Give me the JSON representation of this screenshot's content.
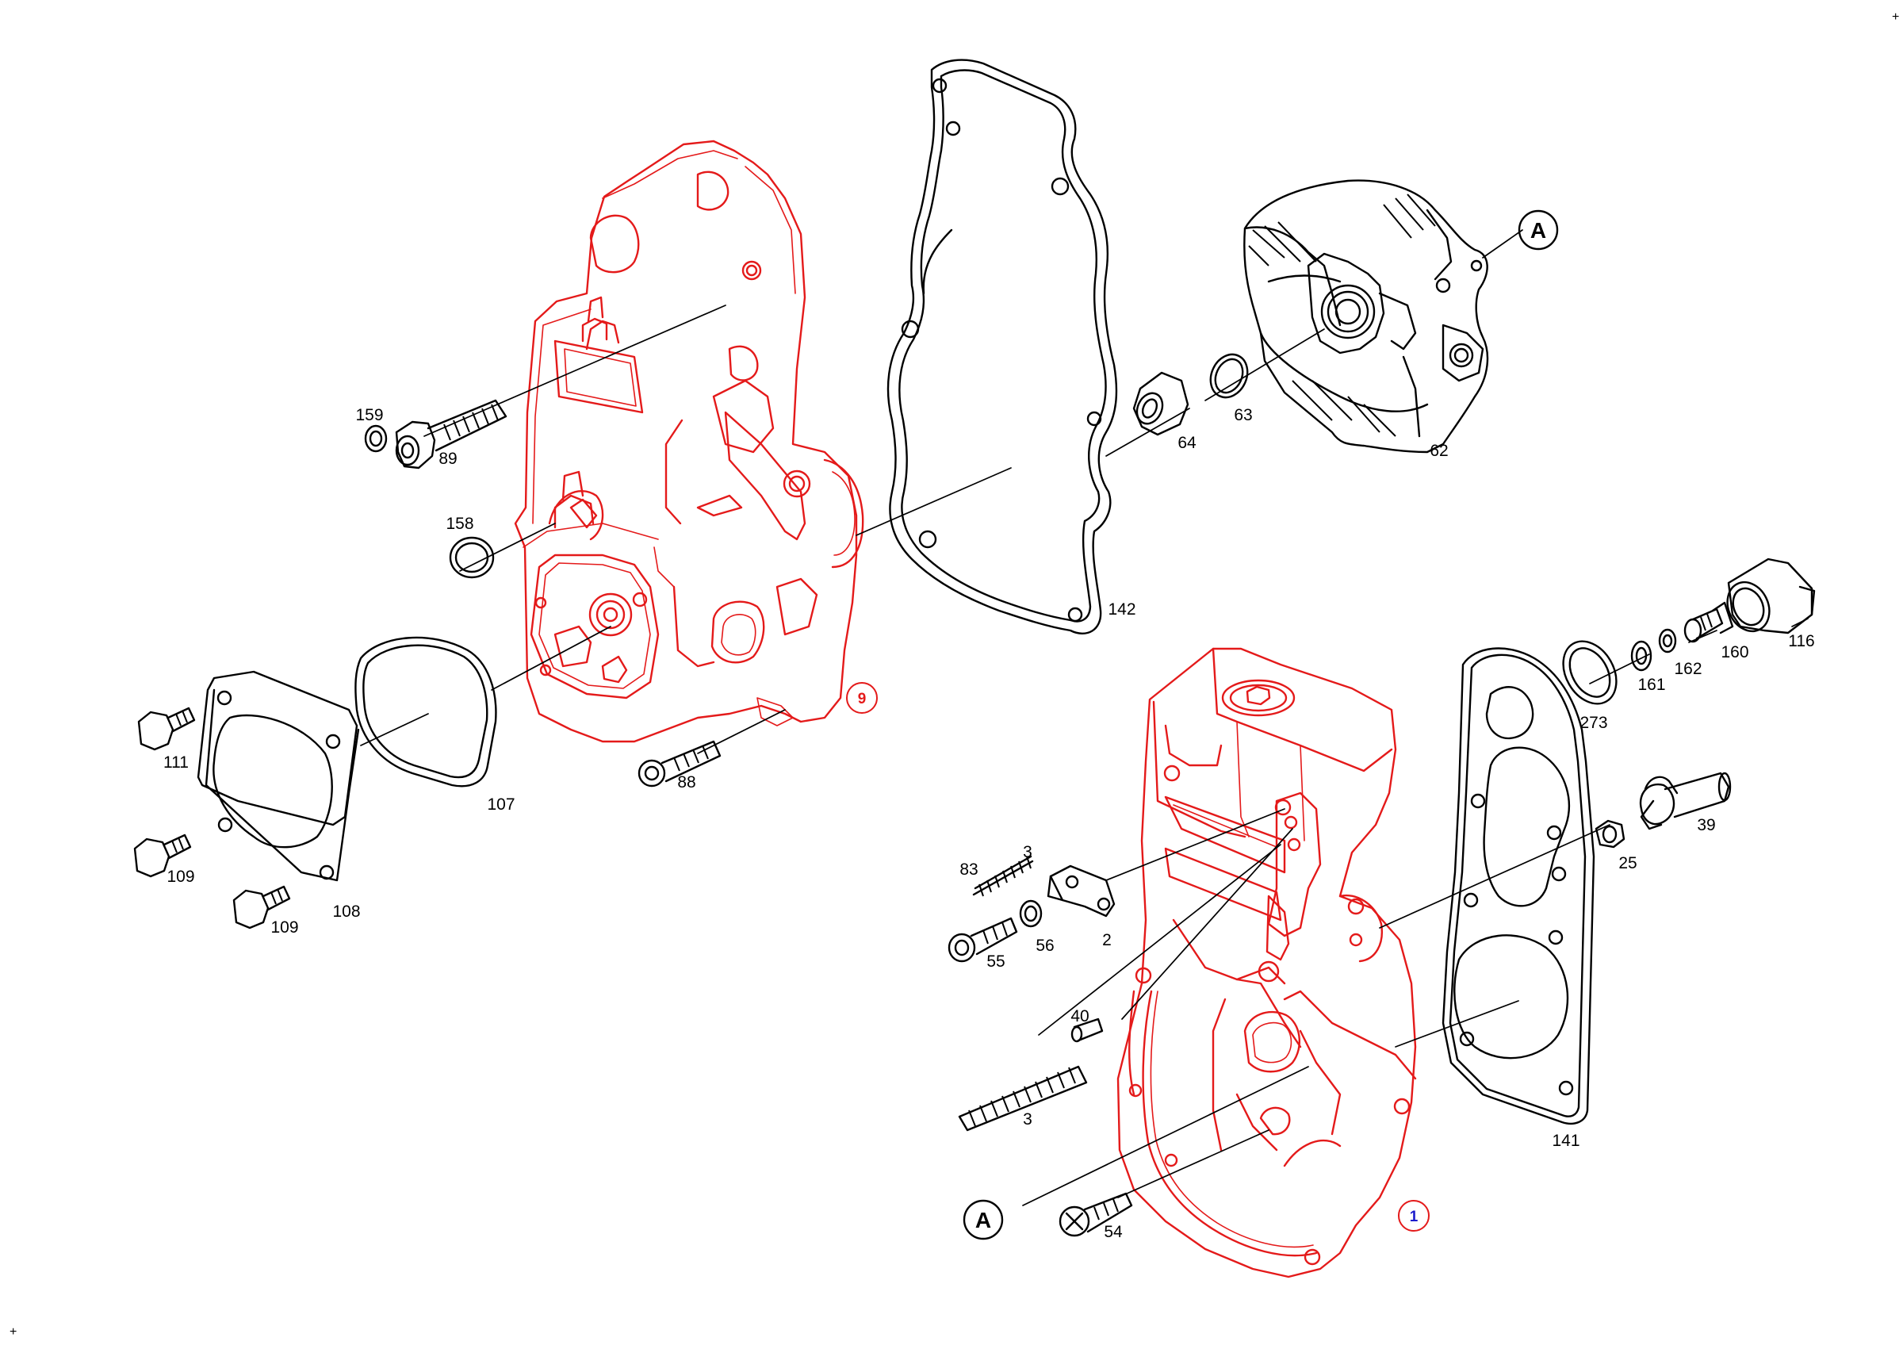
{
  "colors": {
    "line": "#000000",
    "highlight": "#e41a1a",
    "callout_9": "#e41a1a",
    "callout_1": "#1a1acc"
  },
  "corner_marks": {
    "top_right": "+",
    "bottom_left": "+"
  },
  "callouts": {
    "housing_a": "9",
    "housing_b": "1",
    "ref_a_top": "A",
    "ref_a_bottom": "A"
  },
  "part_labels": {
    "p159": "159",
    "p89": "89",
    "p158": "158",
    "p142": "142",
    "p64": "64",
    "p63": "63",
    "p62": "62",
    "p111": "111",
    "p107": "107",
    "p88": "88",
    "p109a": "109",
    "p108": "108",
    "p109b": "109",
    "p273": "273",
    "p161": "161",
    "p162": "162",
    "p160": "160",
    "p116": "116",
    "p83": "83",
    "p3a": "3",
    "p2": "2",
    "p55": "55",
    "p56": "56",
    "p39": "39",
    "p25": "25",
    "p40": "40",
    "p3b": "3",
    "p141": "141",
    "p54": "54"
  }
}
